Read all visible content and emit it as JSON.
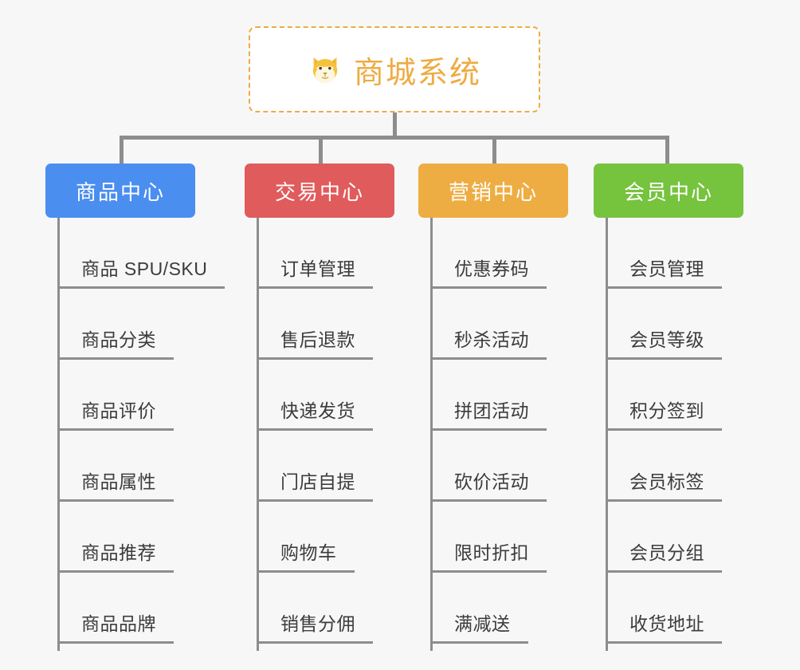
{
  "canvas": {
    "background_color": "#f7f7f7",
    "connector_color": "#8d8d8d"
  },
  "root": {
    "title": "商城系统",
    "icon": "shiba-inu-dog-face-emoji",
    "border_color": "#eeab42",
    "text_color": "#eeab42",
    "background_color": "#ffffff"
  },
  "branches": [
    {
      "id": "product-center",
      "label": "商品中心",
      "color": "#4a8ef0",
      "leaves": [
        {
          "label": "商品 SPU/SKU"
        },
        {
          "label": "商品分类"
        },
        {
          "label": "商品评价"
        },
        {
          "label": "商品属性"
        },
        {
          "label": "商品推荐"
        },
        {
          "label": "商品品牌"
        }
      ]
    },
    {
      "id": "trade-center",
      "label": "交易中心",
      "color": "#e05b5b",
      "leaves": [
        {
          "label": "订单管理"
        },
        {
          "label": "售后退款"
        },
        {
          "label": "快递发货"
        },
        {
          "label": "门店自提"
        },
        {
          "label": "购物车"
        },
        {
          "label": "销售分佣"
        }
      ]
    },
    {
      "id": "marketing-center",
      "label": "营销中心",
      "color": "#eead42",
      "leaves": [
        {
          "label": "优惠券码"
        },
        {
          "label": "秒杀活动"
        },
        {
          "label": "拼团活动"
        },
        {
          "label": "砍价活动"
        },
        {
          "label": "限时折扣"
        },
        {
          "label": "满减送"
        }
      ]
    },
    {
      "id": "member-center",
      "label": "会员中心",
      "color": "#76c33e",
      "leaves": [
        {
          "label": "会员管理"
        },
        {
          "label": "会员等级"
        },
        {
          "label": "积分签到"
        },
        {
          "label": "会员标签"
        },
        {
          "label": "会员分组"
        },
        {
          "label": "收货地址"
        }
      ]
    }
  ]
}
